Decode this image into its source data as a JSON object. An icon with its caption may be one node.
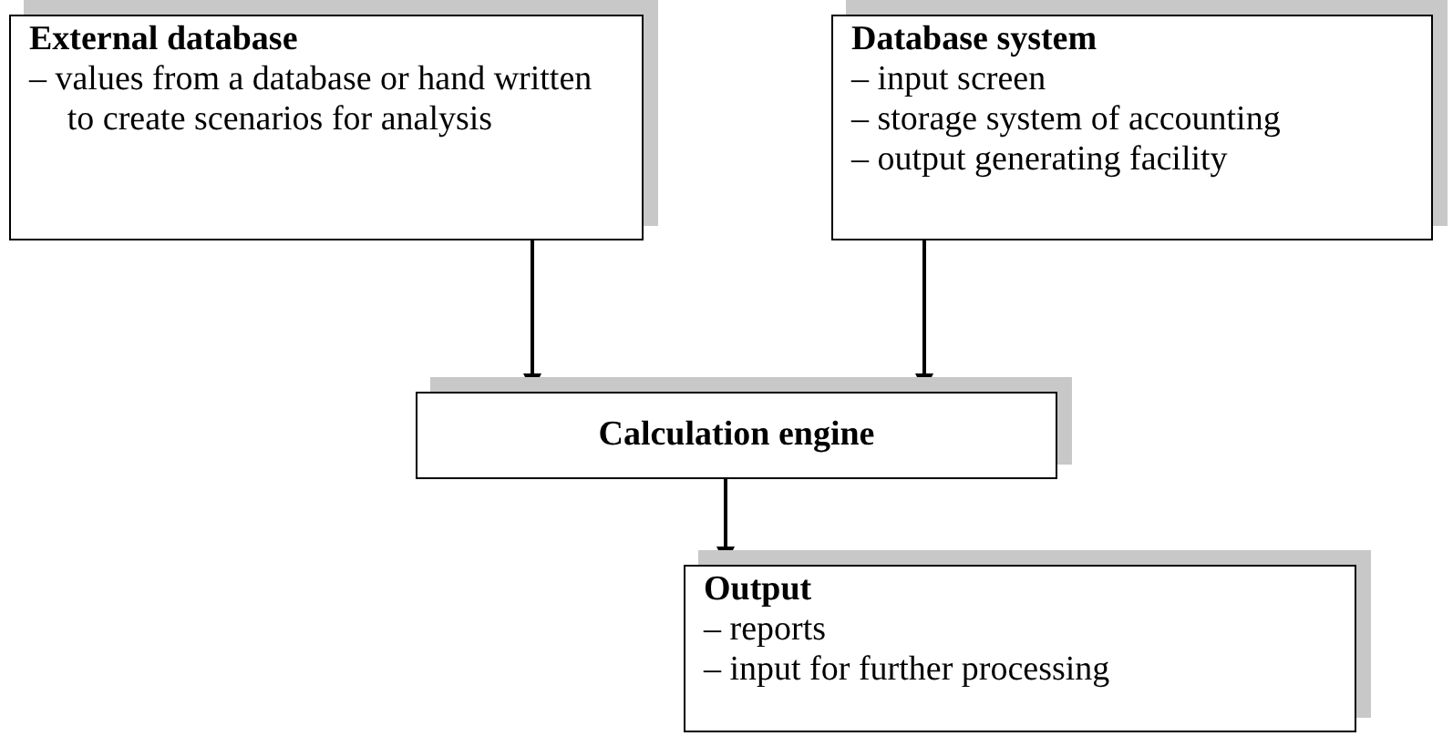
{
  "diagram": {
    "nodes": [
      {
        "text": [
          "External database",
          "– values from a database or hand written to create scenarios for analysis"
        ]
      },
      {
        "text": [
          "Database system",
          "– input screen",
          "– storage system of accounting",
          "– output generating facility"
        ]
      },
      {
        "text": [
          "Calculation engine"
        ]
      },
      {
        "text": [
          "Output",
          "– reports",
          "– input for further processing"
        ]
      }
    ],
    "edges": [
      {
        "from": 0,
        "to": 2,
        "arrow": "to"
      },
      {
        "from": 1,
        "to": 2,
        "arrow": "to"
      },
      {
        "from": 2,
        "to": 3,
        "arrow": "to"
      }
    ]
  }
}
